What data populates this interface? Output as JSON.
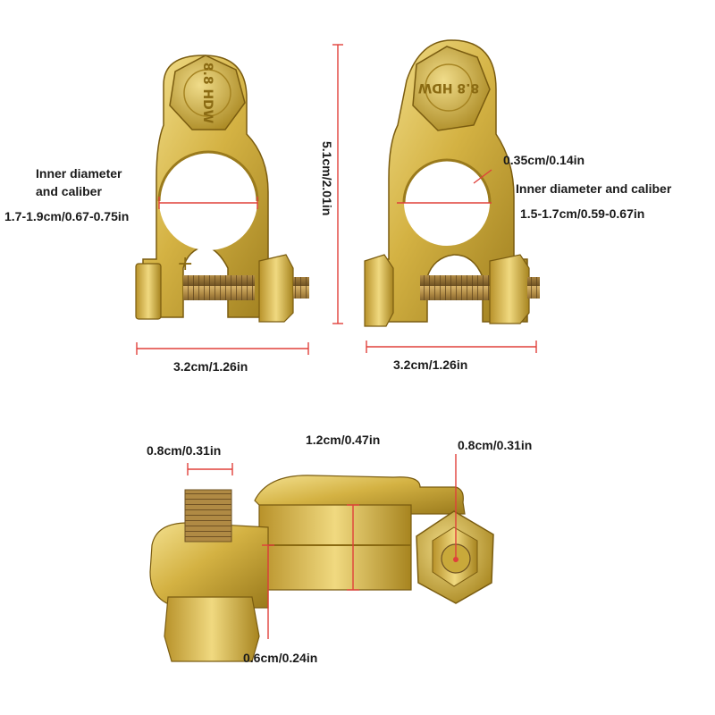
{
  "labels": {
    "inner_diameter_title_left_line1": "Inner diameter",
    "inner_diameter_title_left_line2": "and caliber",
    "left_range": "1.7-1.9cm/0.67-0.75in",
    "height": "5.1cm/2.01in",
    "thickness_top": "0.35cm/0.14in",
    "inner_diameter_title_right": "Inner diameter and caliber",
    "right_range": "1.5-1.7cm/0.59-0.67in",
    "width_left": "3.2cm/1.26in",
    "width_right": "3.2cm/1.26in",
    "bolt_diameter": "0.8cm/0.31in",
    "clamp_height": "1.2cm/0.47in",
    "nut_diameter": "0.8cm/0.31in",
    "plate_thickness": "0.6cm/0.24in"
  },
  "stamps": {
    "bolt_marking": "8.8 HDW",
    "polarity_mark": "+"
  },
  "colors": {
    "brass_light": "#e8d27a",
    "brass_mid": "#c9a93a",
    "brass_dark": "#8a6a12",
    "dimension_line": "#e0403a",
    "text": "#1a1a1a"
  }
}
